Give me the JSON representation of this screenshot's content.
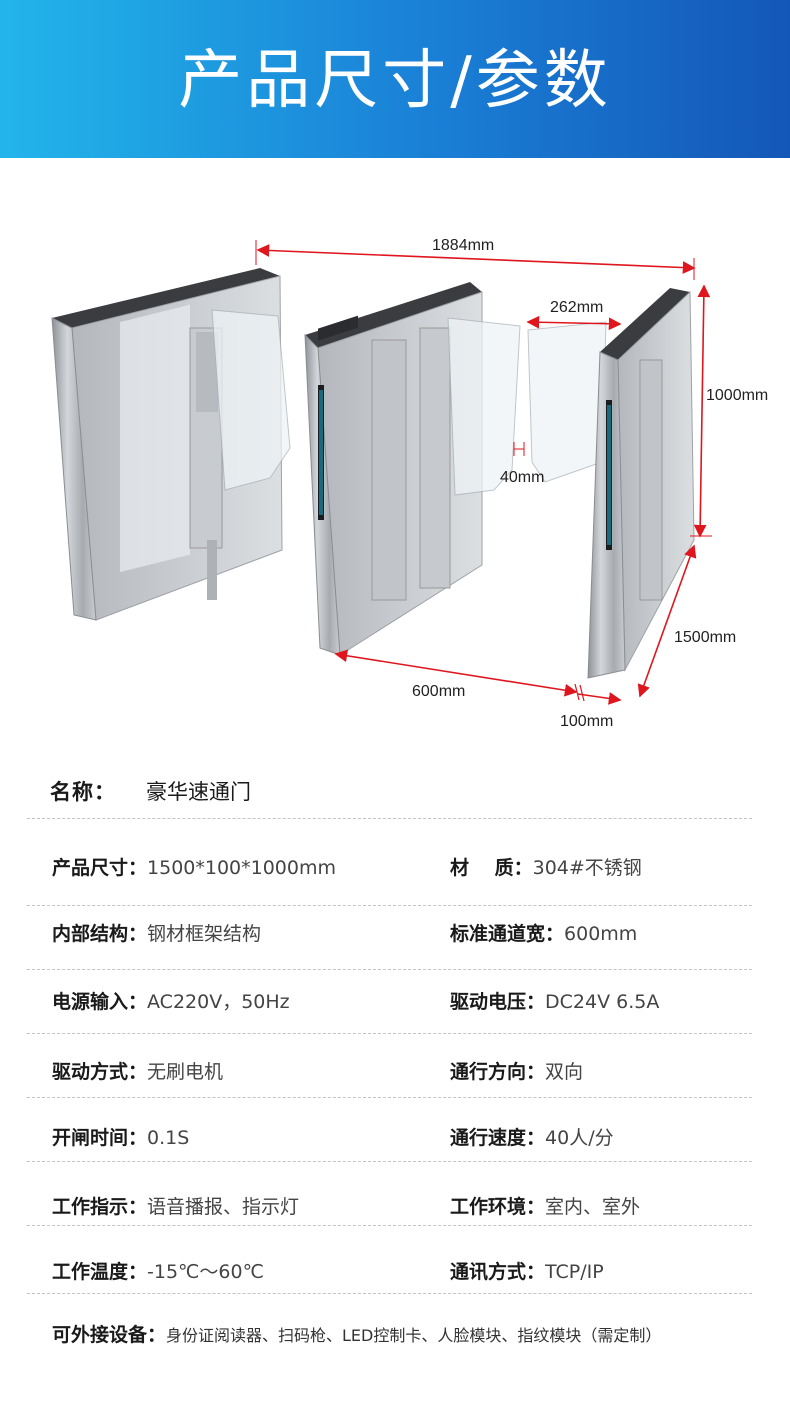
{
  "header": {
    "title": "产品尺寸/参数"
  },
  "figure": {
    "dimensions": {
      "total_length": "1884mm",
      "wing_width": "262mm",
      "height": "1000mm",
      "wing_gap": "40mm",
      "depth": "1500mm",
      "channel_width": "600mm",
      "cabinet_width": "100mm"
    },
    "colors": {
      "dimension_line": "#e0161e",
      "steel": "#b9bcc1",
      "glass": "#e6ecf1"
    }
  },
  "product": {
    "name_label": "名称：",
    "name_value": "豪华速通门"
  },
  "specs": [
    {
      "key": "产品尺寸：",
      "value": "1500*100*1000mm"
    },
    {
      "key": "材　 质：",
      "value": "304#不锈钢"
    },
    {
      "key": "内部结构：",
      "value": "钢材框架结构"
    },
    {
      "key": "标准通道宽：",
      "value": "600mm"
    },
    {
      "key": "电源输入：",
      "value": "AC220V，50Hz"
    },
    {
      "key": "驱动电压：",
      "value": "DC24V 6.5A"
    },
    {
      "key": "驱动方式：",
      "value": "无刷电机"
    },
    {
      "key": "通行方向：",
      "value": "双向"
    },
    {
      "key": "开闸时间：",
      "value": "0.1S"
    },
    {
      "key": "通行速度：",
      "value": "40人/分"
    },
    {
      "key": "工作指示：",
      "value": "语音播报、指示灯"
    },
    {
      "key": "工作环境：",
      "value": "室内、室外"
    },
    {
      "key": "工作温度：",
      "value": "-15℃～60℃"
    },
    {
      "key": "通讯方式：",
      "value": "TCP/IP"
    }
  ],
  "extras": {
    "key": "可外接设备：",
    "value": "身份证阅读器、扫码枪、LED控制卡、人脸模块、指纹模块（需定制）"
  }
}
